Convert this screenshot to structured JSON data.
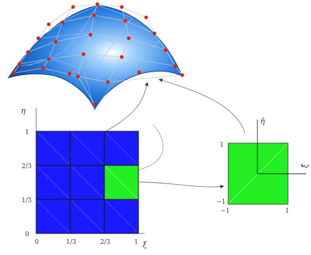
{
  "parameter_grid": {
    "axis_eta": "η",
    "axis_xi": "ξ",
    "x_ticks": [
      "0",
      "1/3",
      "2/3",
      "1"
    ],
    "y_ticks": [
      "0",
      "1/3",
      "2/3",
      "1"
    ],
    "divisions": 3,
    "highlighted_cell": {
      "col": 2,
      "row": 1
    },
    "cell_color": "#1a1aff",
    "highlight_color": "#22ee22",
    "line_color": "#111111"
  },
  "reference_element": {
    "axis_eta": "η̂",
    "axis_xi": "ξ̂",
    "x_ticks": [
      "−1",
      "1"
    ],
    "y_ticks": [
      "1",
      "−1"
    ],
    "fill_color": "#22ee22"
  },
  "surface": {
    "surface_color": "#2a7fe0",
    "point_color": "#dd2200"
  }
}
